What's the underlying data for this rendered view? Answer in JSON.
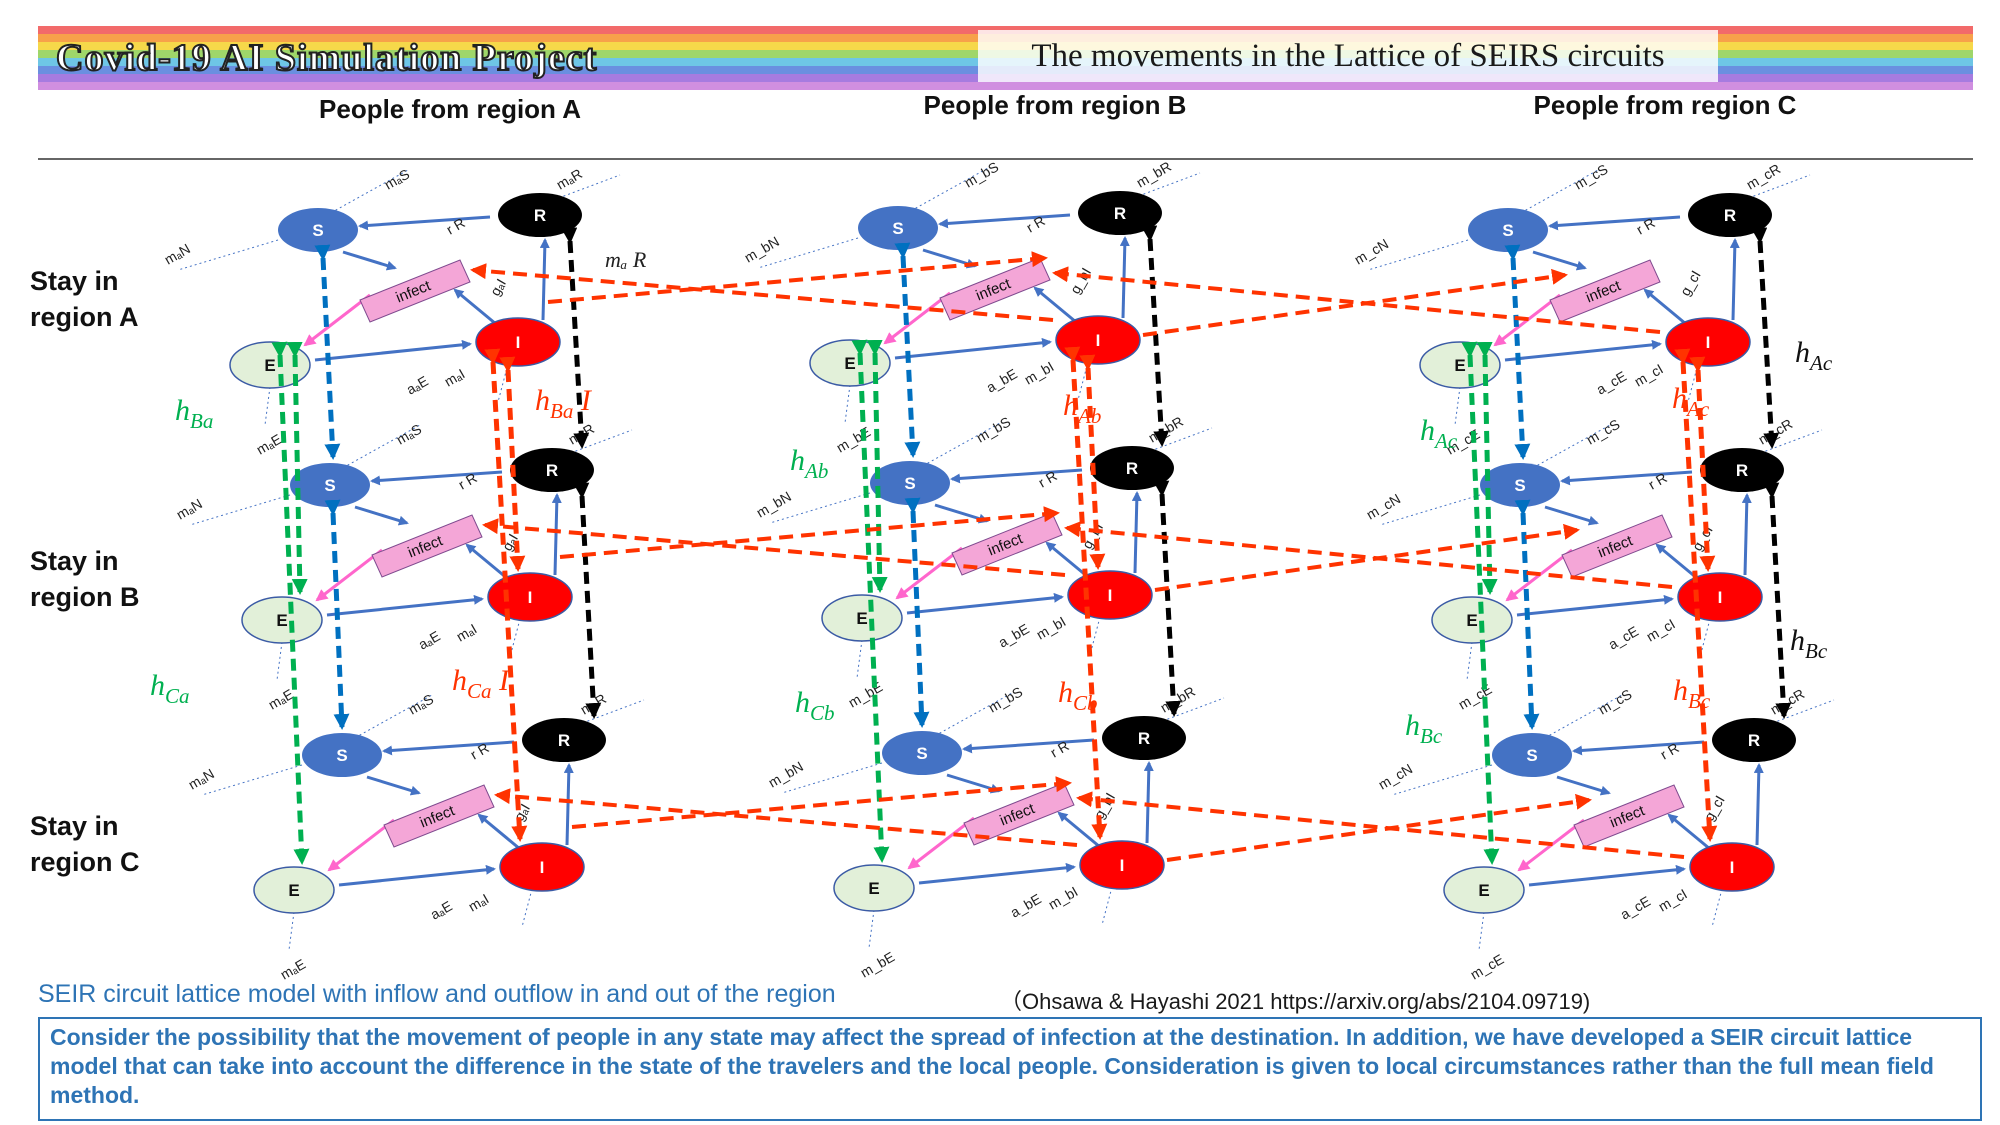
{
  "header": {
    "title": "Covid-19 AI Simulation Project",
    "subtitle": "The movements in the Lattice of SEIRS circuits"
  },
  "columns": [
    "People from region A",
    "People from region B",
    "People from region C"
  ],
  "rows": [
    "Stay in region A",
    "Stay in region B",
    "Stay in region C"
  ],
  "node_labels": {
    "S": "S",
    "E": "E",
    "I": "I",
    "R": "R",
    "infect": "infect"
  },
  "colors": {
    "susceptible": "#4472c4",
    "exposed": "#e2f0d9",
    "infected": "#ff0000",
    "recovered": "#000000",
    "infect_box": "#f4a6d7",
    "flow_arrow": "#4472c4",
    "s_movement": "#0070c0",
    "e_movement": "#00b050",
    "i_movement": "#ff3300",
    "r_movement": "#000000",
    "caption": "#2e74b5"
  },
  "column_labels": [
    {
      "S_out": "mₐS",
      "R_out": "mₐR",
      "N_out": "mₐN",
      "rR": "r R",
      "g": "gₐI",
      "aE": "aₐE",
      "E_out": "mₐE",
      "I_out": "mₐI"
    },
    {
      "S_out": "m_bS",
      "R_out": "m_bR",
      "N_out": "m_bN",
      "rR": "r R",
      "g": "g_bI",
      "aE": "a_bE",
      "E_out": "m_bE",
      "I_out": "m_bI"
    },
    {
      "S_out": "m_cS",
      "R_out": "m_cR",
      "N_out": "m_cN",
      "rR": "r R",
      "g": "g_cI",
      "aE": "a_cE",
      "E_out": "m_cE",
      "I_out": "m_cI"
    }
  ],
  "movement_labels": {
    "maR": "mₐ R",
    "hBa_I": "h_Ba I",
    "hBa": "h_Ba",
    "hCa": "h_Ca",
    "hCa_I": "h_Ca I",
    "hAb": "h_Ab",
    "hAb_red": "h_Ab",
    "hCb": "h_Cb",
    "hCb_red": "h_Cb",
    "hAc": "h_Ac",
    "hAc_red": "h_Ac",
    "hAc_black": "h_Ac",
    "hBc": "h_Bc",
    "hBc_red": "h_Bc",
    "hBc_black": "h_Bc"
  },
  "caption": "SEIR circuit lattice model with inflow and outflow in and out of the region",
  "citation": "（Ohsawa & Hayashi 2021 https://arxiv.org/abs/2104.09719)",
  "summary": "Consider the possibility that the movement of people in any state may affect the spread of infection at the destination. In addition, we have developed a SEIR circuit lattice model that can take into account the difference in the state of the travelers and the local people. Consideration is given to local circumstances rather than the full mean field method."
}
